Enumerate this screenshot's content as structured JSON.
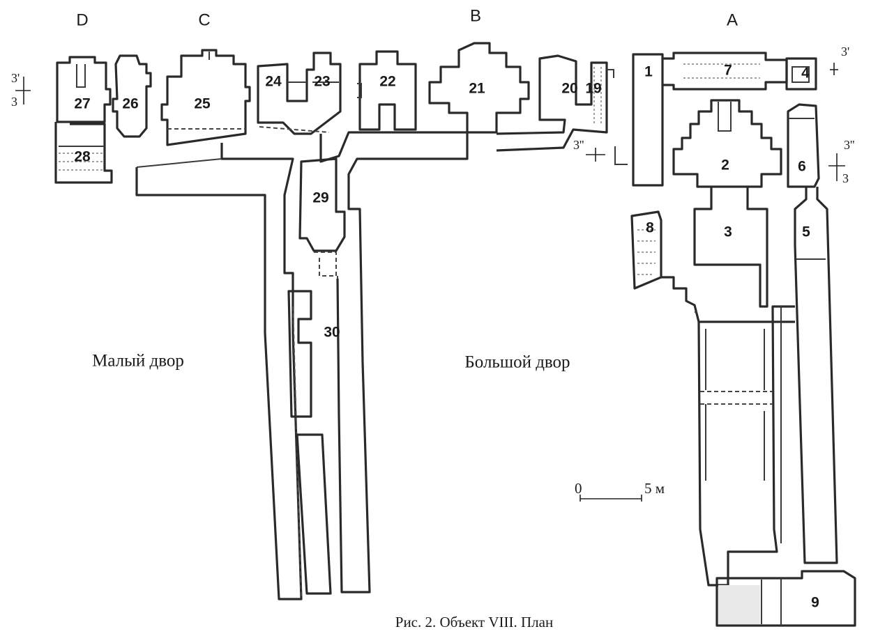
{
  "sections": {
    "a": "A",
    "b": "B",
    "c": "C",
    "d": "D"
  },
  "rooms": {
    "r1": "1",
    "r2": "2",
    "r3": "3",
    "r4": "4",
    "r5": "5",
    "r6": "6",
    "r7": "7",
    "r8": "8",
    "r9": "9",
    "r19": "19",
    "r20": "20",
    "r21": "21",
    "r22": "22",
    "r23": "23",
    "r24": "24",
    "r25": "25",
    "r26": "26",
    "r27": "27",
    "r28": "28",
    "r29": "29",
    "r30": "30"
  },
  "courtyards": {
    "small": "Малый двор",
    "large": "Большой двор"
  },
  "scale": {
    "zero": "0",
    "five": "5 м"
  },
  "cuts": {
    "left_top": "3'",
    "left_bottom": "3",
    "right_top": "3'",
    "mid": "3''",
    "right_mid_top": "3''",
    "right_mid_bottom": "3"
  },
  "caption": "Рис. 2. Объект VIII. План"
}
